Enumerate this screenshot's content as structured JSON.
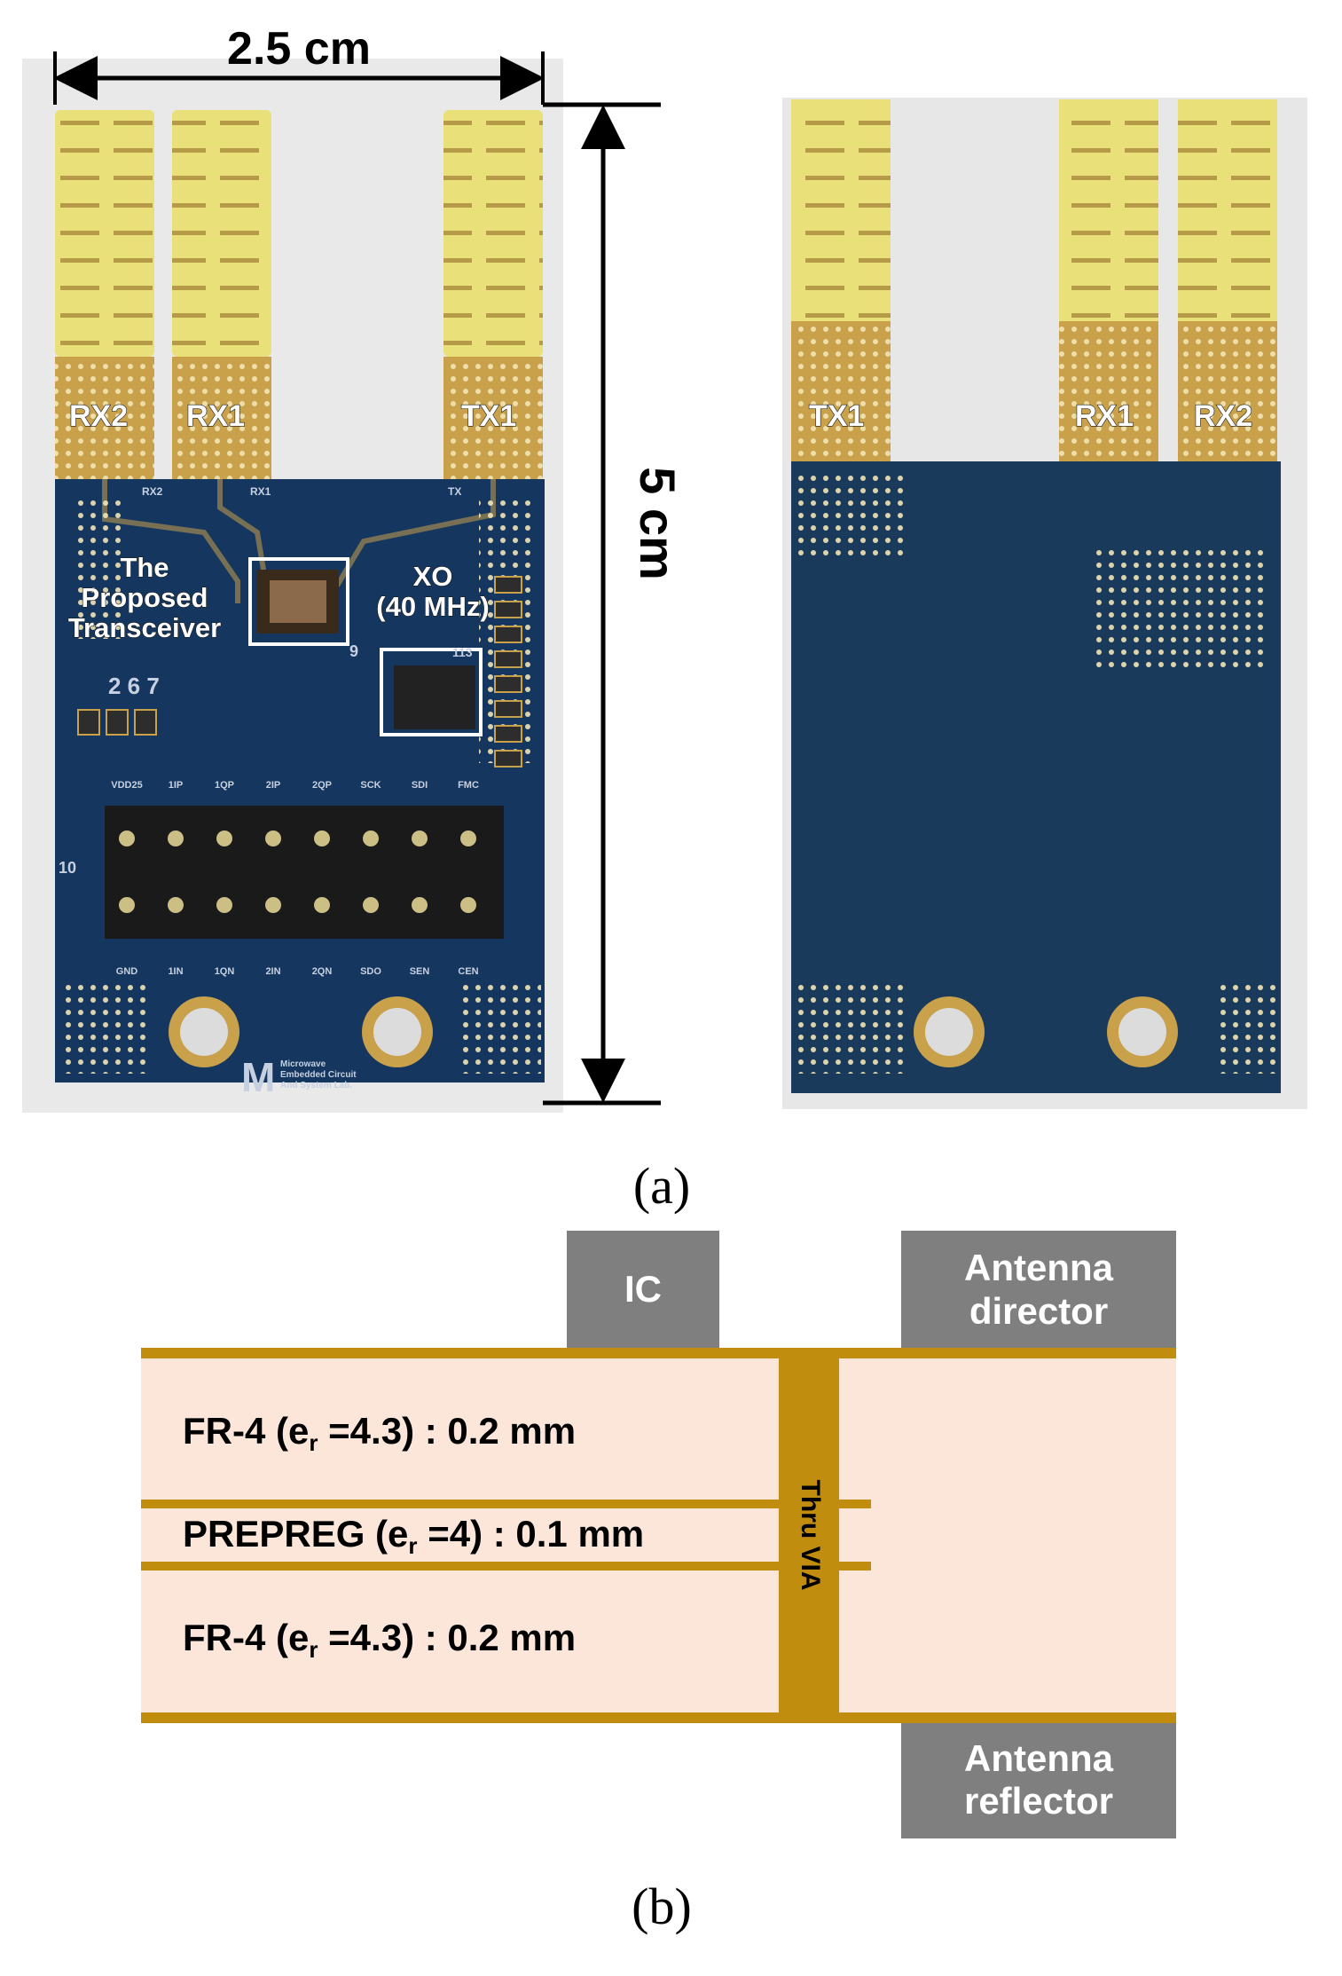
{
  "panel_a": {
    "caption": "(a)",
    "width_dim": "2.5 cm",
    "height_dim": "5 cm",
    "front": {
      "antenna_labels": [
        "RX2",
        "RX1",
        "TX1"
      ],
      "silk_labels": [
        "RX2",
        "RX1",
        "TX"
      ],
      "transceiver_callout": [
        "The",
        "Proposed",
        "Transceiver"
      ],
      "xo_callout": [
        "XO",
        "(40 MHz)"
      ],
      "cap_numbers": "2  6  7",
      "top_header": [
        "VDD25",
        "1IP",
        "1QP",
        "2IP",
        "2QP",
        "SCK",
        "SDI",
        "FMC"
      ],
      "bottom_header": [
        "GND",
        "1IN",
        "1QN",
        "2IN",
        "2QN",
        "SDO",
        "SEN",
        "CEN"
      ],
      "silk_9": "9",
      "silk_10": "10",
      "silk_113": "113",
      "logo_letter": "M",
      "logo_lines": [
        "Microwave",
        "Embedded Circuit",
        "And System Lab."
      ]
    },
    "back": {
      "antenna_labels": [
        "TX1",
        "RX1",
        "RX2"
      ]
    }
  },
  "panel_b": {
    "caption": "(b)",
    "ic_label": "IC",
    "director_label": [
      "Antenna",
      "director"
    ],
    "reflector_label": [
      "Antenna",
      "reflector"
    ],
    "layers": [
      {
        "pre": "FR-4 (e",
        "sub": "r",
        "post": " =4.3) : 0.2 mm"
      },
      {
        "pre": "PREPREG (e",
        "sub": "r",
        "post": " =4) : 0.1 mm"
      },
      {
        "pre": "FR-4 (e",
        "sub": "r",
        "post": " =4.3) : 0.2 mm"
      }
    ],
    "via_label": "Thru VIA"
  },
  "colors": {
    "pcb": "#15375f",
    "copper": "#c8a14a",
    "antenna": "#e9e07a",
    "substrate": "#fbe6d9",
    "metal_layer": "#c08d0e",
    "block_gray": "#7f7f7f"
  }
}
